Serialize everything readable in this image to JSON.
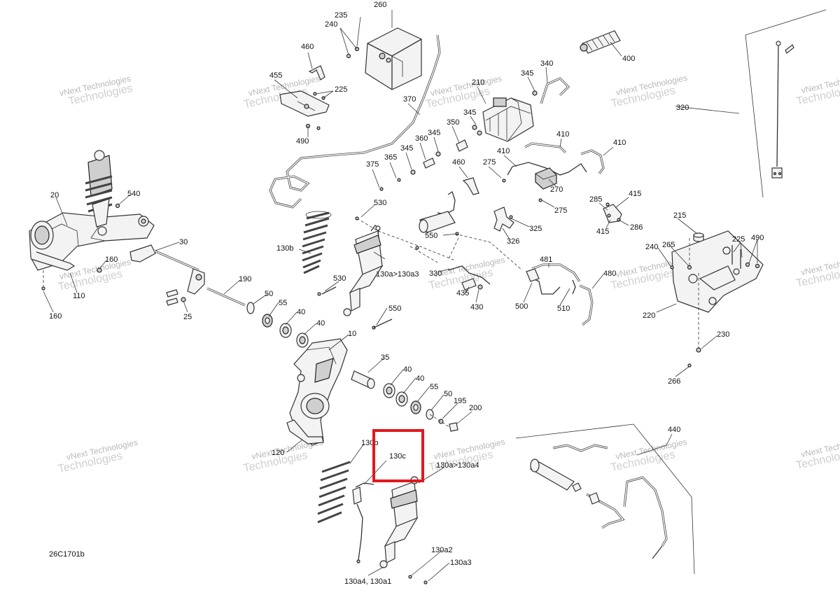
{
  "diagram_code": "26C1701b",
  "highlight_label": "130c",
  "watermark": {
    "line1": "vNext Technologies",
    "line2": "Technologies"
  },
  "labels": {
    "l10": "10",
    "l20": "20",
    "l25": "25",
    "l30": "30",
    "l35": "35",
    "l40": "40",
    "l50": "50",
    "l55": "55",
    "l110": "110",
    "l120": "120",
    "l130a2": "130a2",
    "l130a3": "130a3",
    "l130a4a1": "130a4, 130a1",
    "l130a130a3": "130a>130a3",
    "l130a130a4": "130a>130a4",
    "l130b": "130b",
    "l160": "160",
    "l190": "190",
    "l195": "195",
    "l200": "200",
    "l210": "210",
    "l215": "215",
    "l220": "220",
    "l225": "225",
    "l230": "230",
    "l235": "235",
    "l240": "240",
    "l260": "260",
    "l265": "265",
    "l266": "266",
    "l270": "270",
    "l275": "275",
    "l285": "285",
    "l286": "286",
    "l320": "320",
    "l325": "325",
    "l326": "326",
    "l330": "330",
    "l340": "340",
    "l345": "345",
    "l350": "350",
    "l360": "360",
    "l365": "365",
    "l370": "370",
    "l375": "375",
    "l400": "400",
    "l410": "410",
    "l415": "415",
    "l430": "430",
    "l435": "435",
    "l440": "440",
    "l455": "455",
    "l460": "460",
    "l480": "480",
    "l481": "481",
    "l490": "490",
    "l500": "500",
    "l510": "510",
    "l530": "530",
    "l540": "540",
    "l550": "550"
  }
}
